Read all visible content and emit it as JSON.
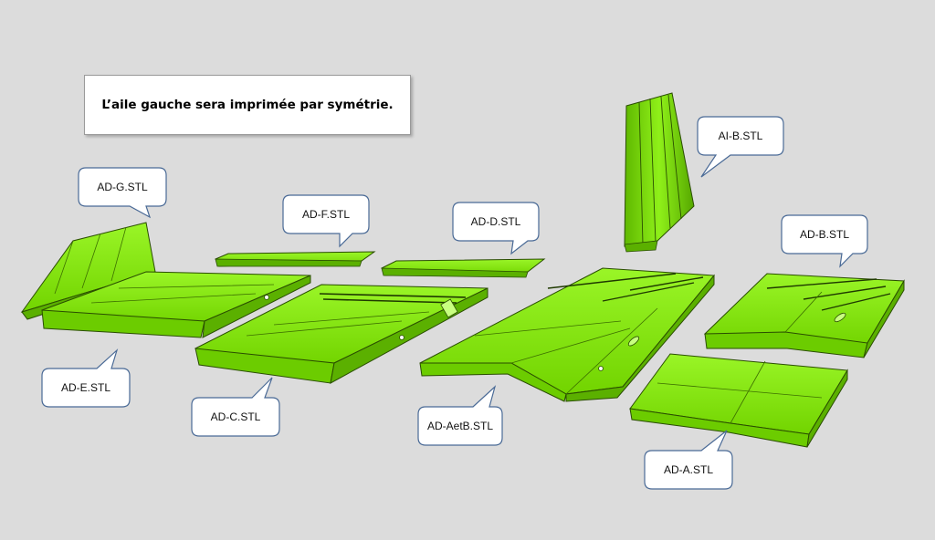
{
  "note": "L’aile gauche sera imprimée par symétrie.",
  "callouts": {
    "ad_g": "AD-G.STL",
    "ad_f": "AD-F.STL",
    "ad_d": "AD-D.STL",
    "ai_b": "AI-B.STL",
    "ad_b": "AD-B.STL",
    "ad_e": "AD-E.STL",
    "ad_c": "AD-C.STL",
    "ad_aetb": "AD-AetB.STL",
    "ad_a": "AD-A.STL"
  },
  "colors": {
    "background": "#dcdcdc",
    "part_fill": "#7fe000",
    "part_top": "#8ff019",
    "part_edge": "#2a4d00"
  }
}
